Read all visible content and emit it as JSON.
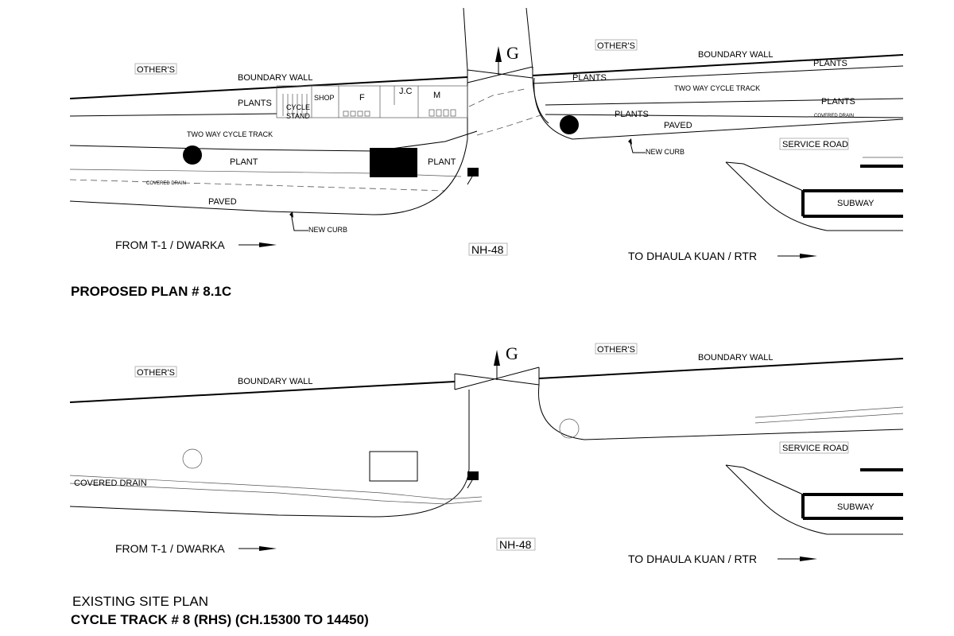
{
  "proposed": {
    "others_left": "OTHER'S",
    "others_right": "OTHER'S",
    "boundary_wall_left": "BOUNDARY WALL",
    "boundary_wall_right": "BOUNDARY WALL",
    "plants_left": "PLANTS",
    "cycle_stand_1": "CYCLE",
    "cycle_stand_2": "STAND",
    "shop": "SHOP",
    "toilet_f": "F",
    "toilet_jc": "J.C",
    "toilet_m": "M",
    "gate": "G",
    "plants_right_top": "PLANTS",
    "plants_right_mid": "PLANTS",
    "plants_right_a": "PLANTS",
    "plants_right_b": "PLANTS",
    "two_way_left": "TWO WAY CYCLE TRACK",
    "two_way_right": "TWO WAY CYCLE TRACK",
    "plant_left": "PLANT",
    "plant_right": "PLANT",
    "covered_drain_left": "COVERED DRAIN",
    "covered_drain_right": "COVERED DRAIN",
    "paved_left": "PAVED",
    "paved_right": "PAVED",
    "new_curb_left": "NEW CURB",
    "new_curb_right": "NEW CURB",
    "service_road": "SERVICE ROAD",
    "subway": "SUBWAY",
    "from_label": "FROM T-1 / DWARKA",
    "highway": "NH-48",
    "to_label": "TO DHAULA KUAN / RTR",
    "title": "PROPOSED PLAN # 8.1C"
  },
  "existing": {
    "others_left": "OTHER'S",
    "others_right": "OTHER'S",
    "boundary_wall_left": "BOUNDARY WALL",
    "boundary_wall_right": "BOUNDARY WALL",
    "gate": "G",
    "covered_drain": "COVERED DRAIN",
    "service_road": "SERVICE ROAD",
    "subway": "SUBWAY",
    "from_label": "FROM T-1 / DWARKA",
    "highway": "NH-48",
    "to_label": "TO DHAULA KUAN / RTR",
    "title_1": "EXISTING SITE PLAN",
    "title_2": "CYCLE TRACK # 8 (RHS) (CH.15300 TO 14450)"
  }
}
